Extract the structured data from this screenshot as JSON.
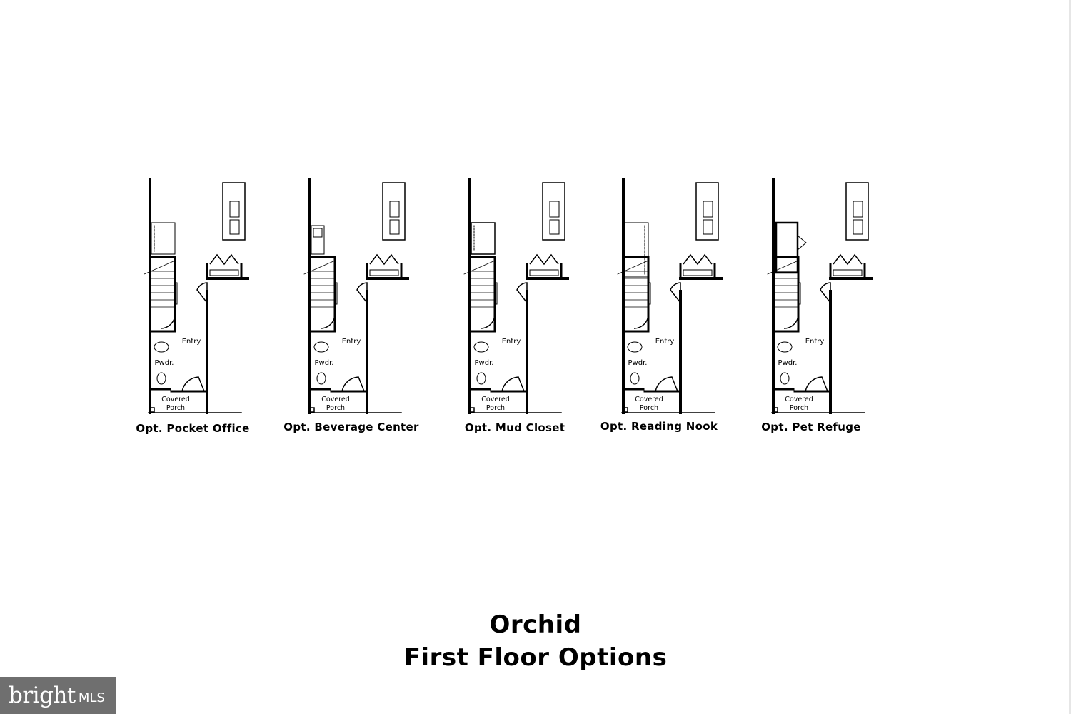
{
  "plans": [
    {
      "id": "pocket-office",
      "label": "Opt. Pocket Office",
      "variant": "office"
    },
    {
      "id": "beverage-center",
      "label": "Opt. Beverage Center",
      "variant": "beverage"
    },
    {
      "id": "mud-closet",
      "label": "Opt. Mud Closet",
      "variant": "mud"
    },
    {
      "id": "reading-nook",
      "label": "Opt. Reading Nook",
      "variant": "nook"
    },
    {
      "id": "pet-refuge",
      "label": "Opt. Pet Refuge",
      "variant": "pet"
    }
  ],
  "room_labels": {
    "entry": "Entry",
    "powder": "Pwdr.",
    "covered": "Covered",
    "porch": "Porch"
  },
  "title": {
    "line1": "Orchid",
    "line2": "First Floor Options"
  },
  "watermark": {
    "brand": "bright",
    "suffix": "MLS"
  },
  "colors": {
    "ink": "#000000",
    "logo_bg": "#6f6f6f"
  }
}
